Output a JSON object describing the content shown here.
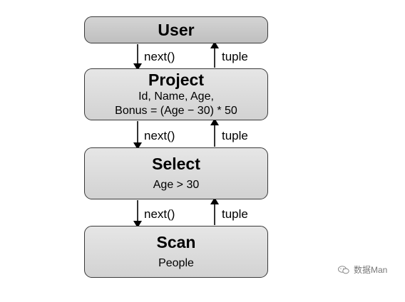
{
  "boxes": {
    "user": {
      "title": "User"
    },
    "project": {
      "title": "Project",
      "line1": "Id, Name, Age,",
      "line2": "Bonus = (Age − 30) * 50"
    },
    "select": {
      "title": "Select",
      "detail": "Age > 30"
    },
    "scan": {
      "title": "Scan",
      "detail": "People"
    }
  },
  "edges": {
    "call_label": "next()",
    "return_label": "tuple"
  },
  "watermark": {
    "text": "数据Man",
    "icon": "wechat-icon"
  },
  "colors": {
    "box_fill": "#dcdcdc",
    "top_box_fill": "#c8c8c8",
    "border": "#3a3a3a",
    "arrow": "#000000"
  }
}
